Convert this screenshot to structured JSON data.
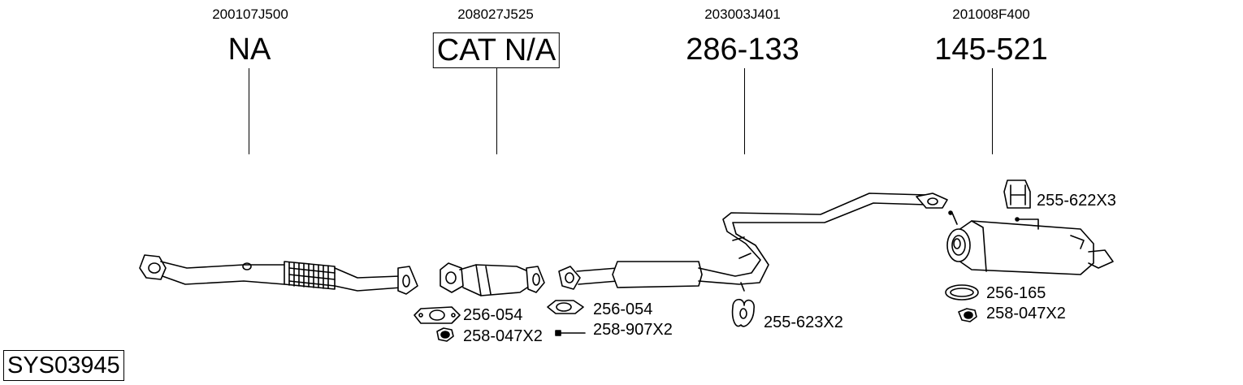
{
  "columns": [
    {
      "oem": "200107J500",
      "ref": "NA"
    },
    {
      "oem": "208027J525",
      "ref": "CAT N/A"
    },
    {
      "oem": "203003J401",
      "ref": "286-133"
    },
    {
      "oem": "201008F400",
      "ref": "145-521"
    }
  ],
  "parts": {
    "gasket_a": "256-054",
    "nut_a": "258-047X2",
    "gasket_b": "256-054",
    "bolt_b": "258-907X2",
    "hanger_mid": "255-623X2",
    "hanger_rear": "255-622X3",
    "gasket_rear": "256-165",
    "nut_rear": "258-047X2"
  },
  "system_code": "SYS03945"
}
